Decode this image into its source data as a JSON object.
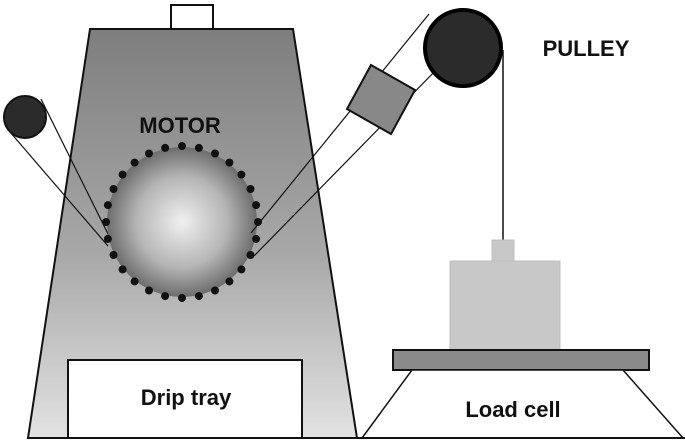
{
  "labels": {
    "motor": "MOTOR",
    "pulley": "PULLEY",
    "drip_tray": "Drip tray",
    "load_cell": "Load cell"
  },
  "colors": {
    "outline": "#111111",
    "dark_fill": "#2b2b2b",
    "mid_gray": "#888888",
    "light_gray": "#c8c8c8",
    "platform_gray": "#8a8a8a",
    "white": "#ffffff"
  },
  "motor_bead_count": 28
}
